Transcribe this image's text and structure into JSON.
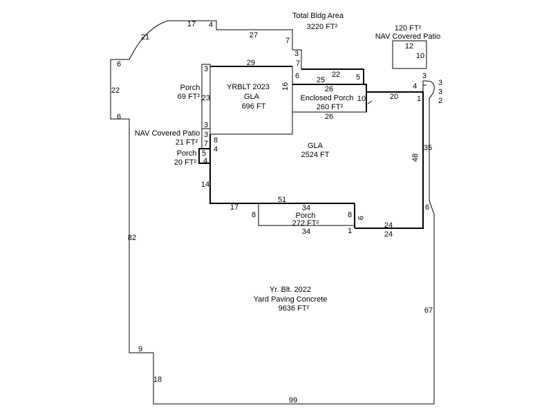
{
  "total": {
    "title": "Total Bldg Area",
    "area": "3220 FT²"
  },
  "nav_patio_top": {
    "area": "120 FT²",
    "name": "NAV Covered Patio",
    "dims": [
      "12",
      "10"
    ]
  },
  "yrblt": {
    "line1": "YRBLT 2023",
    "line2": "GLA",
    "line3": "696 FT"
  },
  "porch_69": {
    "name": "Porch",
    "area": "69 FT²"
  },
  "nav_patio_21": {
    "name": "NAV Covered Patio",
    "area": "21 FT²"
  },
  "porch_20": {
    "name": "Porch",
    "area": "20 FT²"
  },
  "enclosed": {
    "name": "Enclosed Porch",
    "area": "260 FT²"
  },
  "gla": {
    "name": "GLA",
    "area": "2524 FT"
  },
  "porch_272": {
    "name": "Porch",
    "area": "272 FT²"
  },
  "yard": {
    "line1": "Yr. Blt. 2022",
    "line2": "Yard Paving Concrete",
    "line3": "9636 FT²"
  },
  "dims": [
    "17",
    "4",
    "21",
    "27",
    "7",
    "3",
    "7",
    "6",
    "22",
    "6",
    "29",
    "3",
    "23",
    "3",
    "16",
    "6",
    "25",
    "22",
    "5",
    "26",
    "10",
    "26",
    "20",
    "4",
    "3",
    "1",
    "3",
    "3",
    "2",
    "3",
    "8",
    "4",
    "7",
    "5",
    "4",
    "14",
    "48",
    "35",
    "51",
    "34",
    "17",
    "8",
    "8",
    "9",
    "34",
    "1",
    "24",
    "24",
    "6",
    "82",
    "67",
    "9",
    "18",
    "99"
  ]
}
